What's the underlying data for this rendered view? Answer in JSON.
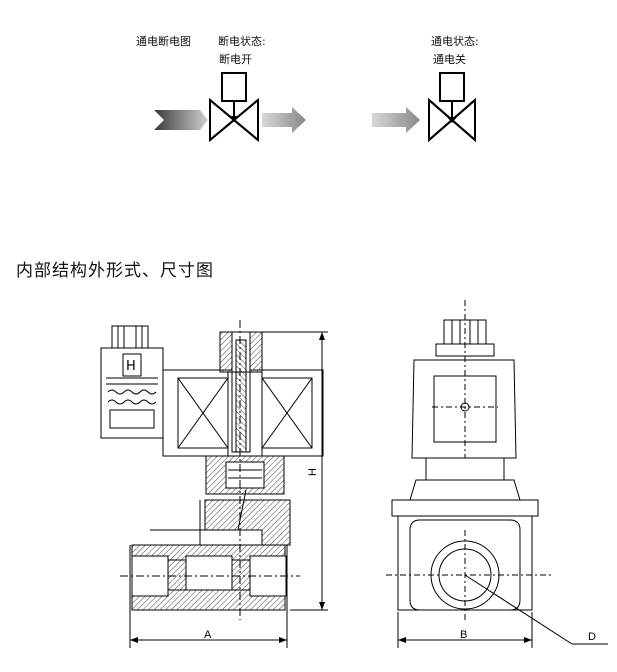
{
  "header": {
    "diagram_label": "通电断电图",
    "off_state_label": "断电状态:",
    "off_state_value": "断电开",
    "on_state_label": "通电状态:",
    "on_state_value": "通电关"
  },
  "section_title": "内部结构外形式、尺寸图",
  "dimensions": {
    "height": "H",
    "width_a": "A",
    "width_b": "B",
    "diameter": "D"
  },
  "colors": {
    "line": "#000000",
    "arrow": "#8c8c8c",
    "hatch": "#555555"
  }
}
